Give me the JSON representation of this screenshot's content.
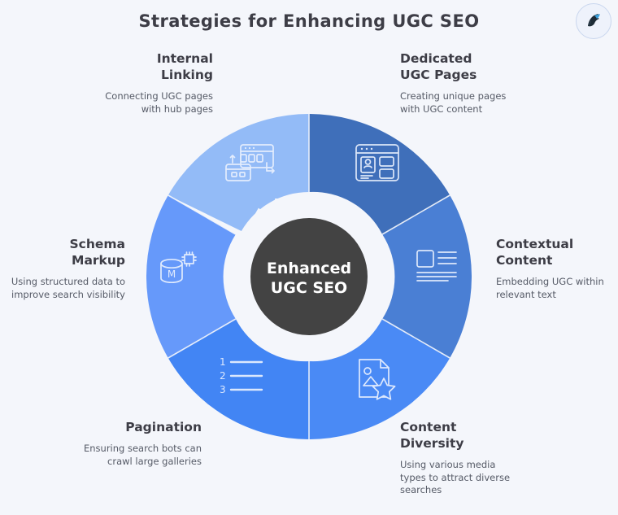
{
  "title": "Strategies for Enhancing UGC SEO",
  "logo": {
    "icon": "bird-logo-icon"
  },
  "hub": {
    "line1": "Enhanced",
    "line2": "UGC SEO",
    "color": "#434343",
    "text_color": "#ffffff"
  },
  "background": "#f4f6fb",
  "arrow_color": "#f4f6fb",
  "segments": [
    {
      "id": "internal-linking",
      "heading": "Internal Linking",
      "heading_line1": "Internal",
      "heading_line2": "Linking",
      "description": "Connecting UGC pages with hub pages",
      "icon": "two-browser-windows-link-icon",
      "color": "#93bbf7",
      "align": "right",
      "position": "top-left"
    },
    {
      "id": "dedicated-ugc-pages",
      "heading": "Dedicated UGC Pages",
      "heading_line1": "Dedicated",
      "heading_line2": "UGC Pages",
      "description": "Creating unique pages with UGC content",
      "icon": "browser-profile-card-icon",
      "color": "#3f6fba",
      "align": "left",
      "position": "top-right"
    },
    {
      "id": "contextual-content",
      "heading": "Contextual Content",
      "heading_line1": "Contextual",
      "heading_line2": "Content",
      "description": "Embedding UGC within relevant text",
      "icon": "text-with-image-block-icon",
      "color": "#4a7fd4",
      "align": "left",
      "position": "right"
    },
    {
      "id": "content-diversity",
      "heading": "Content Diversity",
      "heading_line1": "Content",
      "heading_line2": "Diversity",
      "description": "Using various media types to attract diverse searches",
      "icon": "document-image-star-icon",
      "color": "#4a8af5",
      "align": "left",
      "position": "bottom-right"
    },
    {
      "id": "pagination",
      "heading": "Pagination",
      "heading_line1": "Pagination",
      "heading_line2": "",
      "description": "Ensuring search bots can crawl large galleries",
      "icon": "numbered-list-icon",
      "color": "#4285f4",
      "align": "right",
      "position": "bottom-left"
    },
    {
      "id": "schema-markup",
      "heading": "Schema Markup",
      "heading_line1": "Schema",
      "heading_line2": "Markup",
      "description": "Using structured data to improve search visibility",
      "icon": "database-markup-icon",
      "color": "#6699fa",
      "align": "right",
      "position": "left"
    }
  ],
  "chart_data": {
    "type": "pie",
    "title": "Strategies for Enhancing UGC SEO",
    "center_label": "Enhanced UGC SEO",
    "categories": [
      "Internal Linking",
      "Dedicated UGC Pages",
      "Contextual Content",
      "Content Diversity",
      "Pagination",
      "Schema Markup"
    ],
    "values": [
      60,
      60,
      60,
      60,
      60,
      60
    ],
    "unit": "degrees",
    "colors": [
      "#93bbf7",
      "#3f6fba",
      "#4a7fd4",
      "#4a8af5",
      "#4285f4",
      "#6699fa"
    ],
    "legend": "none",
    "notes": "Six equal 60-degree donut segments with inward-pointing arrows toward a central hub"
  }
}
